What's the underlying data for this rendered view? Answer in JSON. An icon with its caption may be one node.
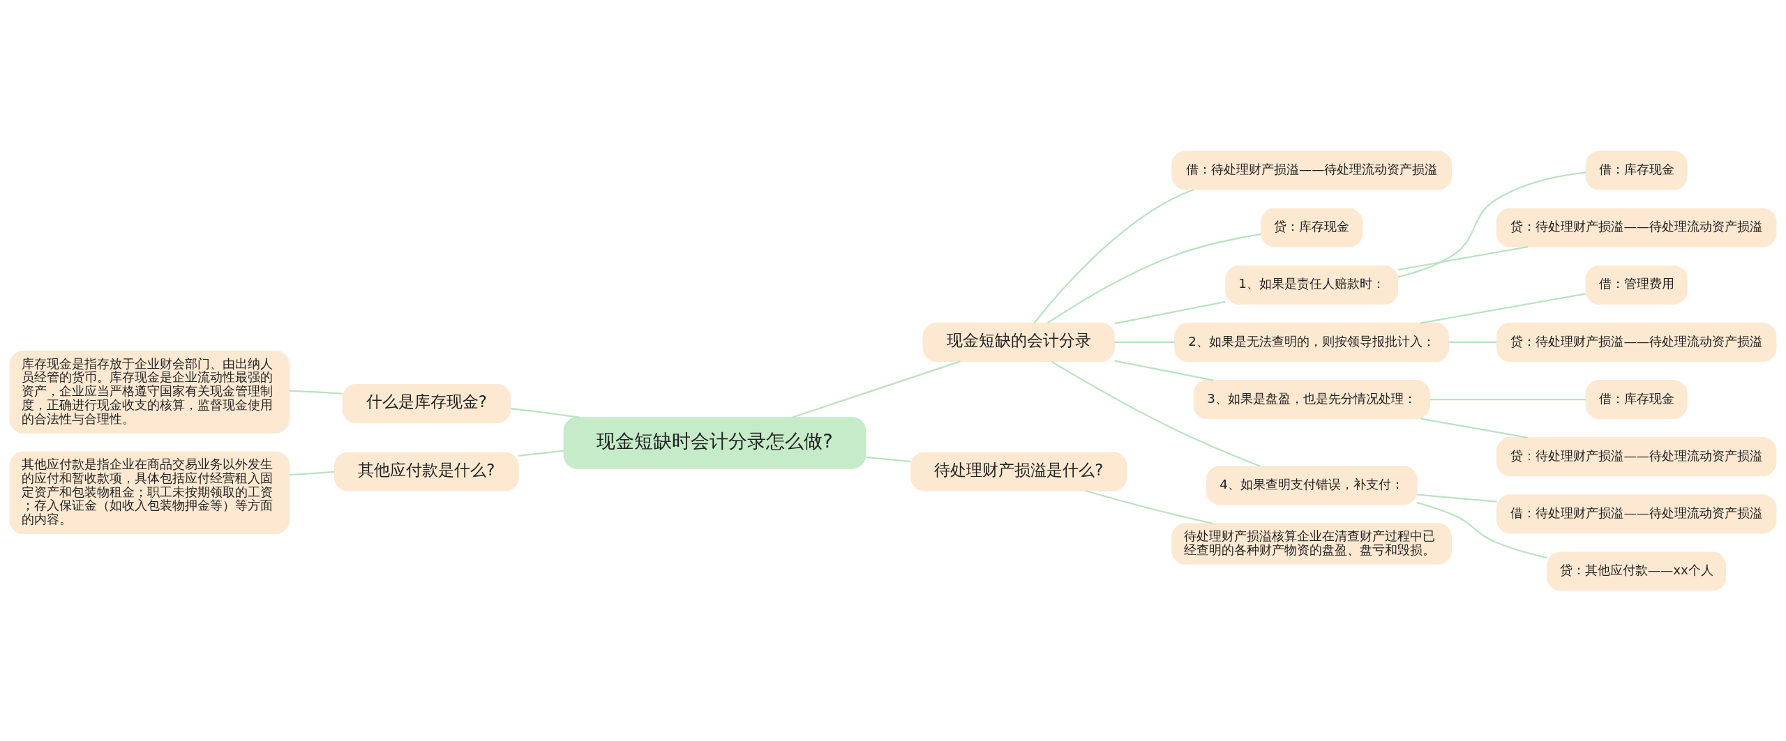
{
  "diagram": {
    "nodes": [
      {
        "text": [
          "现金短缺时会计分录怎么做?"
        ]
      },
      {
        "text": [
          "什么是库存现金?"
        ]
      },
      {
        "text": [
          "库存现金是指存放于企业财会部门、由出纳人员经管的货币。库存现金是企业流动性最强的资产，企业应当严格遵守国家有关现金管理制度，正确进行现金收支的核算，监督现金使用的合法性与合理性。"
        ]
      },
      {
        "text": [
          "其他应付款是什么?"
        ]
      },
      {
        "text": [
          "其他应付款是指企业在商品交易业务以外发生的应付和暂收款项，具体包括应付经营租入固定资产和包装物租金；职工未按期领取的工资；存入保证金（如收入包装物押金等）等方面的内容。"
        ]
      },
      {
        "text": [
          "现金短缺的会计分录"
        ]
      },
      {
        "text": [
          "借：待处理财产损溢——待处理流动资产损溢"
        ]
      },
      {
        "text": [
          "贷：库存现金"
        ]
      },
      {
        "text": [
          "1、如果是责任人赔款时："
        ]
      },
      {
        "text": [
          "借：库存现金"
        ]
      },
      {
        "text": [
          "贷：待处理财产损溢——待处理流动资产损溢"
        ]
      },
      {
        "text": [
          "2、如果是无法查明的，则按领导报批计入："
        ]
      },
      {
        "text": [
          "借：管理费用"
        ]
      },
      {
        "text": [
          "贷：待处理财产损溢——待处理流动资产损溢"
        ]
      },
      {
        "text": [
          "3、如果是盘盈，也是先分情况处理："
        ]
      },
      {
        "text": [
          "借：库存现金"
        ]
      },
      {
        "text": [
          "贷：待处理财产损溢——待处理流动资产损溢"
        ]
      },
      {
        "text": [
          "4、如果查明支付错误，补支付："
        ]
      },
      {
        "text": [
          "借：待处理财产损溢——待处理流动资产损溢"
        ]
      },
      {
        "text": [
          "贷：其他应付款——xx个人"
        ]
      },
      {
        "text": [
          "待处理财产损溢是什么?"
        ]
      },
      {
        "text": [
          "待处理财产损溢核算企业在清查财产过程中已经查明的各种财产物资的盘盈、盘亏和毁损。"
        ]
      }
    ],
    "edges": [
      {
        "from": 0,
        "to": 1,
        "arrow": "none"
      },
      {
        "from": 1,
        "to": 2,
        "arrow": "none"
      },
      {
        "from": 0,
        "to": 3,
        "arrow": "none"
      },
      {
        "from": 3,
        "to": 4,
        "arrow": "none"
      },
      {
        "from": 0,
        "to": 5,
        "arrow": "none"
      },
      {
        "from": 5,
        "to": 6,
        "arrow": "none"
      },
      {
        "from": 5,
        "to": 7,
        "arrow": "none"
      },
      {
        "from": 5,
        "to": 8,
        "arrow": "none"
      },
      {
        "from": 8,
        "to": 9,
        "arrow": "none"
      },
      {
        "from": 8,
        "to": 10,
        "arrow": "none"
      },
      {
        "from": 5,
        "to": 11,
        "arrow": "none"
      },
      {
        "from": 11,
        "to": 12,
        "arrow": "none"
      },
      {
        "from": 11,
        "to": 13,
        "arrow": "none"
      },
      {
        "from": 5,
        "to": 14,
        "arrow": "none"
      },
      {
        "from": 14,
        "to": 15,
        "arrow": "none"
      },
      {
        "from": 14,
        "to": 16,
        "arrow": "none"
      },
      {
        "from": 5,
        "to": 17,
        "arrow": "none"
      },
      {
        "from": 17,
        "to": 18,
        "arrow": "none"
      },
      {
        "from": 17,
        "to": 19,
        "arrow": "none"
      },
      {
        "from": 0,
        "to": 20,
        "arrow": "none"
      },
      {
        "from": 20,
        "to": 21,
        "arrow": "none"
      }
    ]
  }
}
